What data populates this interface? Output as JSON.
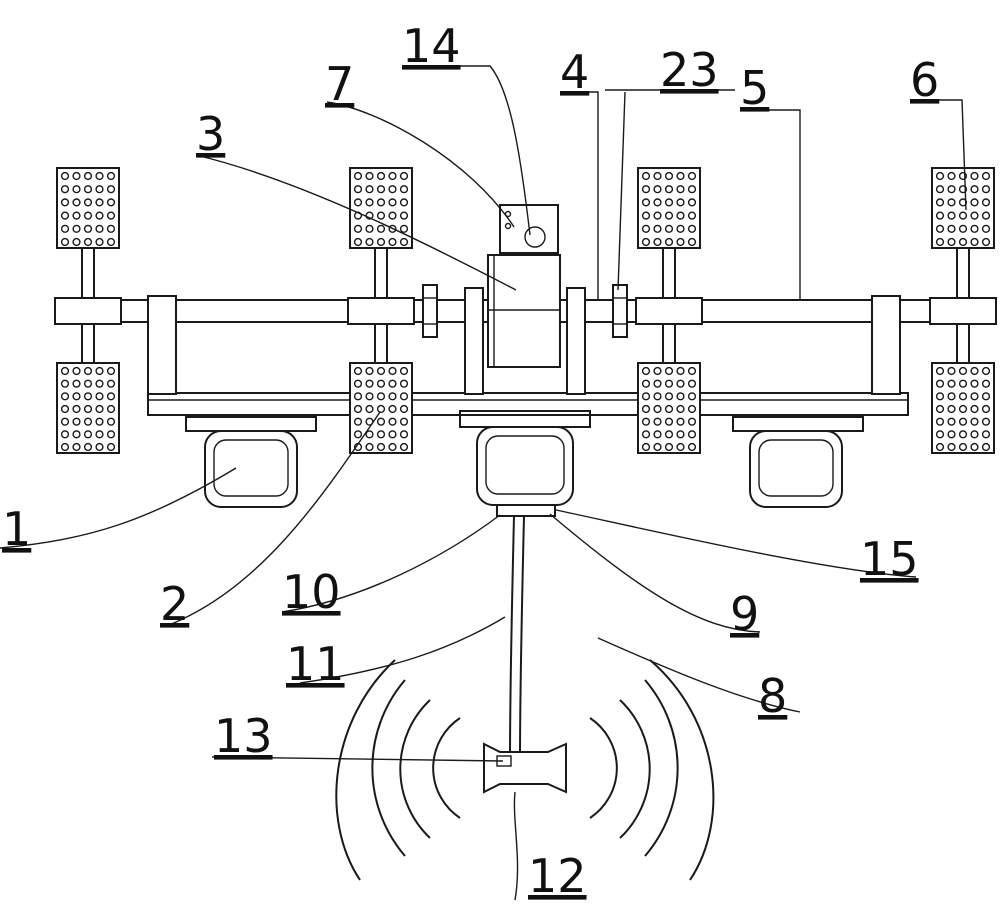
{
  "labels": {
    "l1": "1",
    "l2": "2",
    "l3": "3",
    "l4": "4",
    "l5": "5",
    "l6": "6",
    "l7": "7",
    "l8": "8",
    "l9": "9",
    "l10": "10",
    "l11": "11",
    "l12": "12",
    "l13": "13",
    "l14": "14",
    "l15": "15",
    "l23": "23"
  }
}
